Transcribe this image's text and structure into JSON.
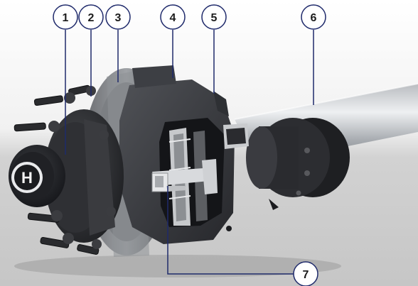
{
  "image": {
    "subject": "axle-hub-and-disc-brake-assembly",
    "logo_text": "H"
  },
  "colors": {
    "background_top": "#ffffff",
    "background_floor": "#c9c9c9",
    "callout_ring": "#1f2a6b",
    "callout_text": "#1c1c1c",
    "leader_line": "#1f2a6b"
  },
  "callouts": [
    {
      "id": "c1",
      "number": "1"
    },
    {
      "id": "c2",
      "number": "2"
    },
    {
      "id": "c3",
      "number": "3"
    },
    {
      "id": "c4",
      "number": "4"
    },
    {
      "id": "c5",
      "number": "5"
    },
    {
      "id": "c6",
      "number": "6"
    },
    {
      "id": "c7",
      "number": "7"
    }
  ]
}
